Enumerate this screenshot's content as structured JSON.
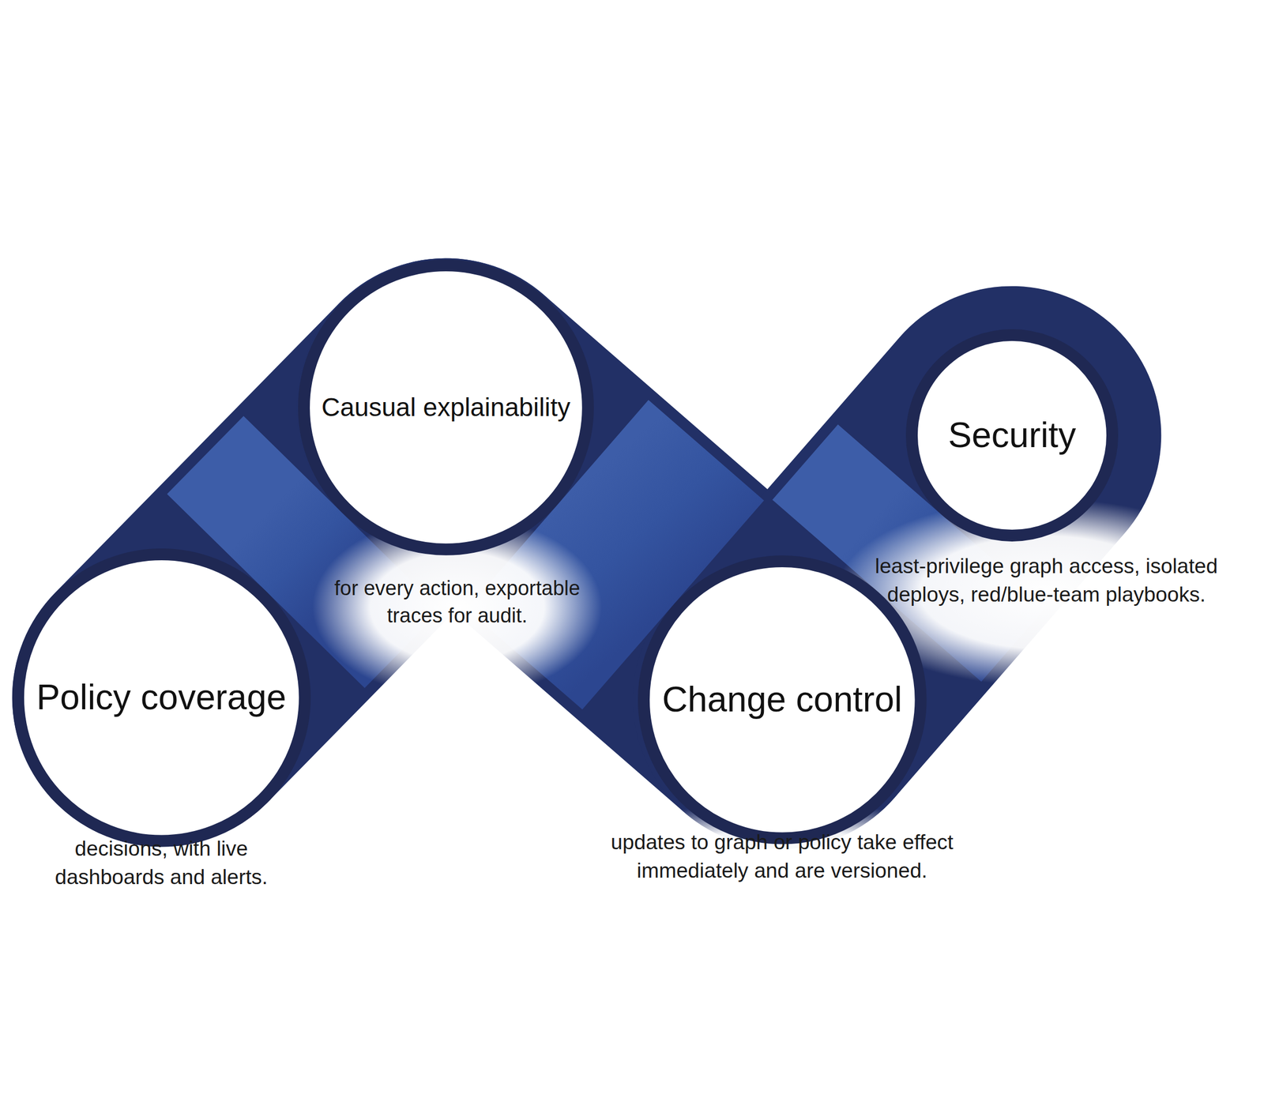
{
  "diagram": {
    "nodes": [
      {
        "text": [
          "Policy coverage",
          "decisions, with live dashboards and alerts."
        ]
      },
      {
        "text": [
          "Causual explainability",
          "for every action, exportable traces for audit."
        ]
      },
      {
        "text": [
          "Change control",
          "updates to graph or policy take effect immediately and are versioned."
        ]
      },
      {
        "text": [
          "Security",
          "least-privilege graph access, isolated deploys, red/blue-team playbooks."
        ]
      }
    ],
    "edges": [
      {
        "from": 0,
        "to": 1,
        "arrow": "none"
      },
      {
        "from": 1,
        "to": 2,
        "arrow": "none"
      },
      {
        "from": 2,
        "to": 3,
        "arrow": "none"
      }
    ]
  }
}
